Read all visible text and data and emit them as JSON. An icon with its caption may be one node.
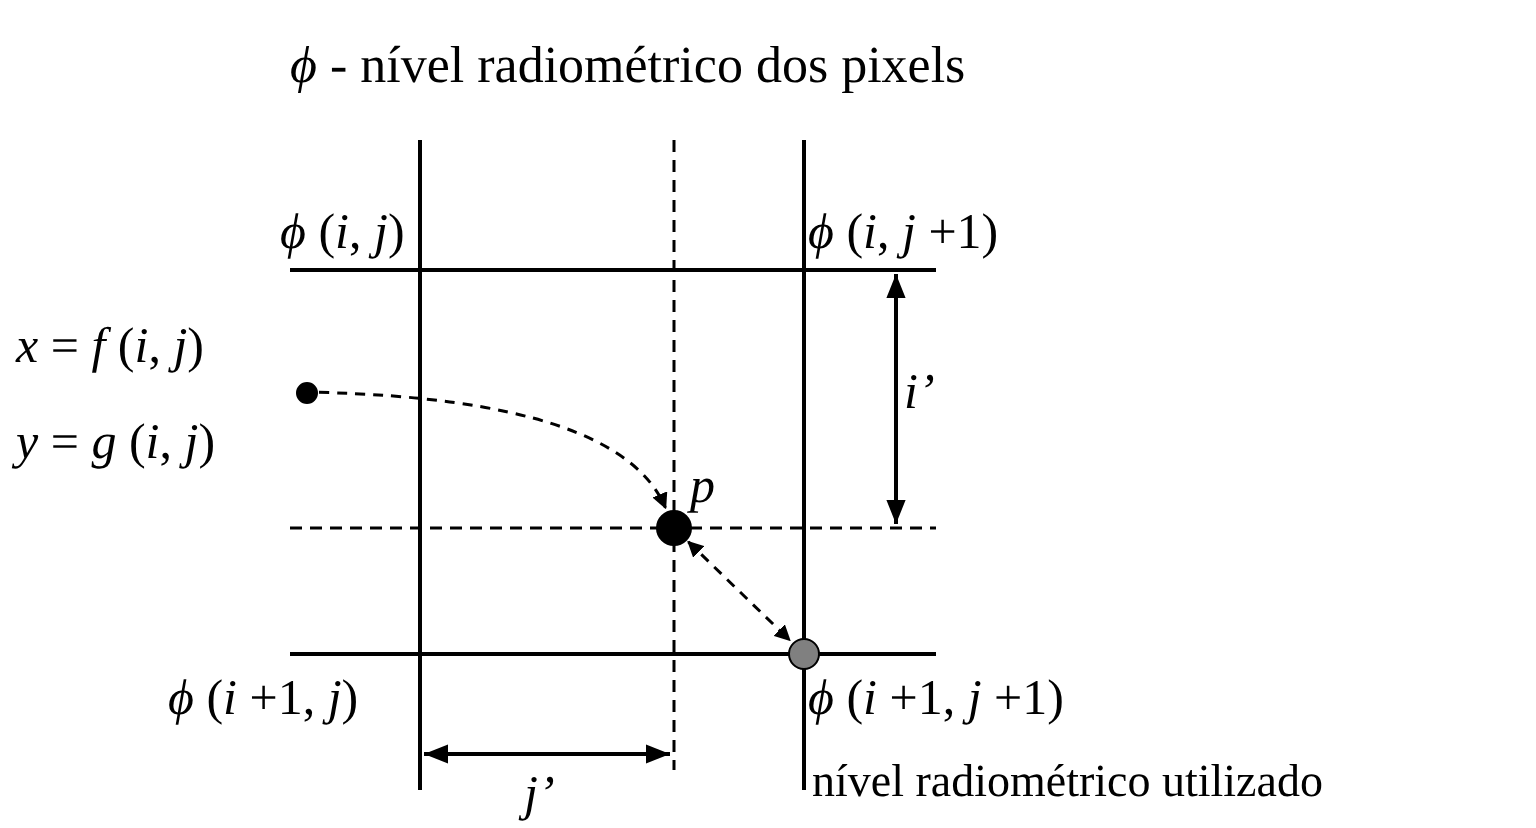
{
  "diagram": {
    "title": "*ϕ* - nível radiométrico dos pixels",
    "nodes": [
      {
        "text": [],
        "shape": "circle",
        "beside": [
          "*x* = *f* (*i*, *j*)",
          "*y* = *g* (*i*, *j*)"
        ]
      },
      {
        "text": [],
        "shape": "circle",
        "beside": [
          "*p*"
        ]
      },
      {
        "text": [],
        "shape": "circle",
        "beside": [
          "nível radiométrico utilizado"
        ]
      }
    ],
    "edges": [
      {
        "from": 0,
        "to": 1,
        "arrow": "to",
        "style": "dashed"
      },
      {
        "from": 1,
        "to": 2,
        "arrow": "both",
        "style": "dashed"
      }
    ],
    "labels": [
      "*ϕ* (*i*, *j*)",
      "*ϕ* (*i*, *j* +1)",
      "*i’*",
      "*ϕ* (*i* +1, *j*)",
      "*ϕ* (*i* +1, *j* +1)",
      "*j’*"
    ]
  }
}
